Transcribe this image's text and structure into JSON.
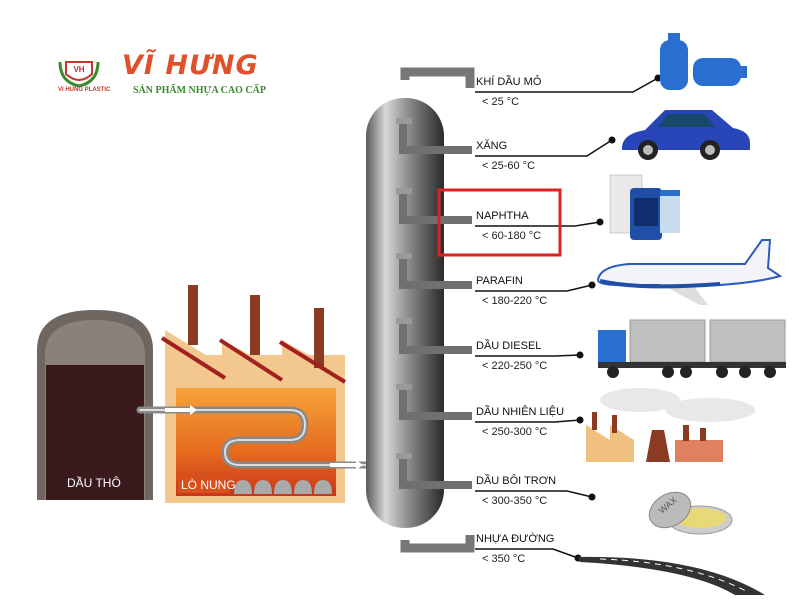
{
  "logo": {
    "brand": "VĨ HƯNG",
    "tagline": "SẢN PHẨM NHỰA CAO CẤP",
    "emblem_text": "VH",
    "emblem_caption": "VI HUNG PLASTIC"
  },
  "process": {
    "crude_oil_label": "DẦU THÔ",
    "furnace_label": "LÒ NUNG"
  },
  "highlight_color": "#e02020",
  "fractions": [
    {
      "name": "KHÍ DẦU MỎ",
      "temp": "< 25 °C",
      "product_icon": "gas-cylinder-icon"
    },
    {
      "name": "XĂNG",
      "temp": "< 25-60 °C",
      "product_icon": "car-icon"
    },
    {
      "name": "NAPHTHA",
      "temp": "< 60-180 °C",
      "product_icon": "chemical-bottles-icon",
      "highlighted": true
    },
    {
      "name": "PARAFIN",
      "temp": "< 180-220 °C",
      "product_icon": "airplane-icon"
    },
    {
      "name": "DẦU DIESEL",
      "temp": "< 220-250 °C",
      "product_icon": "truck-icon"
    },
    {
      "name": "DẦU NHIÊN LIỆU",
      "temp": "< 250-300 °C",
      "product_icon": "factory-icon"
    },
    {
      "name": "DẦU BÔI TRƠN",
      "temp": "< 300-350 °C",
      "product_icon": "wax-tin-icon"
    },
    {
      "name": "NHỰA ĐƯỜNG",
      "temp": "< 350 °C",
      "product_icon": "road-icon"
    }
  ],
  "wax_text": "WAX"
}
